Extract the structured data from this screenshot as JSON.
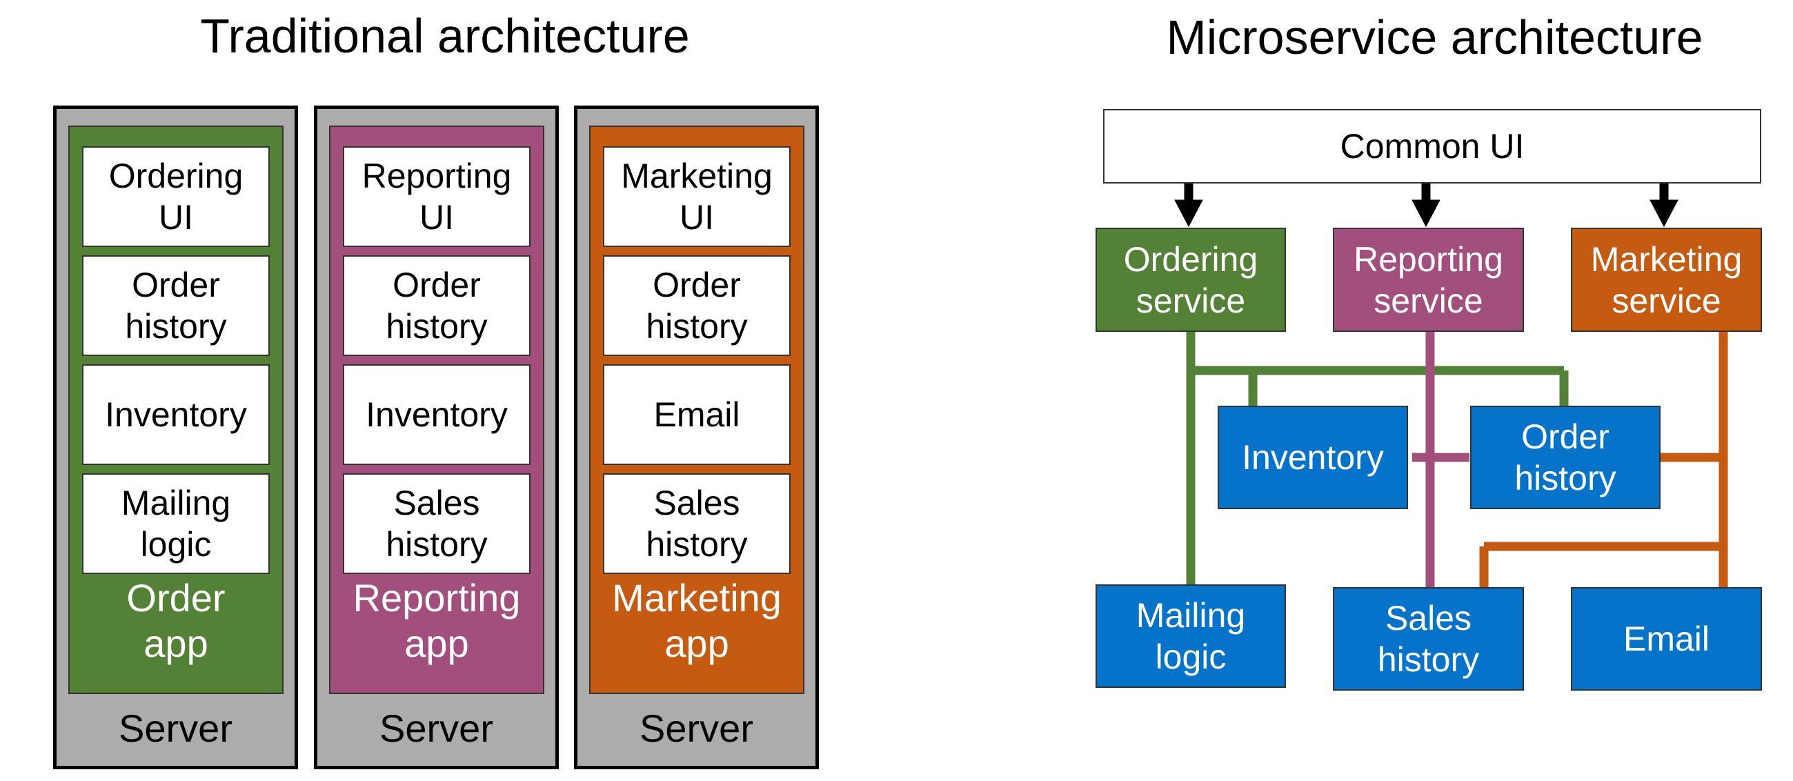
{
  "traditional": {
    "title": "Traditional architecture",
    "stacks": [
      {
        "server_label": "Server",
        "app_label": "Order\napp",
        "color": "#538135",
        "modules": [
          "Ordering\nUI",
          "Order\nhistory",
          "Inventory",
          "Mailing\nlogic"
        ]
      },
      {
        "server_label": "Server",
        "app_label": "Reporting\napp",
        "color": "#a24f7e",
        "modules": [
          "Reporting\nUI",
          "Order\nhistory",
          "Inventory",
          "Sales\nhistory"
        ]
      },
      {
        "server_label": "Server",
        "app_label": "Marketing\napp",
        "color": "#c55a11",
        "modules": [
          "Marketing\nUI",
          "Order\nhistory",
          "Email",
          "Sales\nhistory"
        ]
      }
    ]
  },
  "microservice": {
    "title": "Microservice architecture",
    "common_ui": "Common UI",
    "services": [
      {
        "label": "Ordering\nservice",
        "color": "#538135"
      },
      {
        "label": "Reporting\nservice",
        "color": "#a24f7e"
      },
      {
        "label": "Marketing\nservice",
        "color": "#c55a11"
      }
    ],
    "data_modules": {
      "inventory": "Inventory",
      "order_history": "Order\nhistory",
      "mailing_logic": "Mailing\nlogic",
      "sales_history": "Sales\nhistory",
      "email": "Email"
    },
    "module_color": "#0573c9"
  }
}
